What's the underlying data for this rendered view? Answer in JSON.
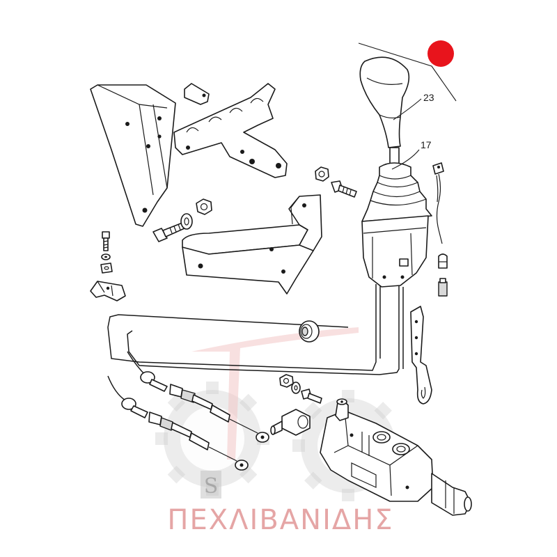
{
  "diagram": {
    "callouts": [
      {
        "id": "knob",
        "label": "23"
      },
      {
        "id": "boot",
        "label": "17"
      }
    ],
    "indicator_color": "#e8141c",
    "watermark": {
      "text": "ΠΕΧΛΙΒΑΝΙΔΗΣ",
      "text_color": "#e5a5a5",
      "logo_color": "#c8c8c8",
      "logo_glyph": "S"
    }
  }
}
